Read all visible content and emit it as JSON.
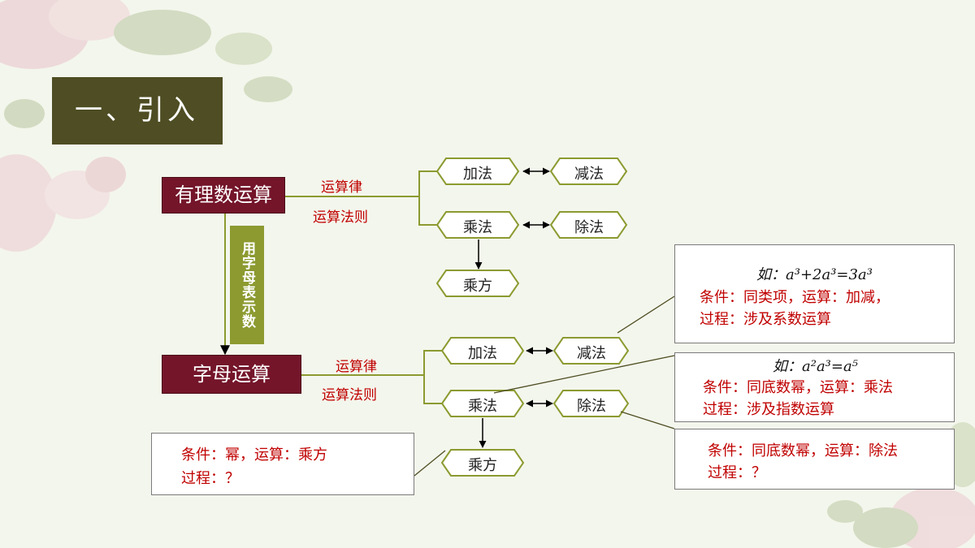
{
  "title": "一、引入",
  "rational": {
    "name": "有理数运算",
    "label_law": "运算律",
    "label_rule": "运算法则",
    "ops": {
      "add": "加法",
      "sub": "减法",
      "mul": "乘法",
      "div": "除法",
      "pow": "乘方"
    }
  },
  "bridge": "用字母表示数",
  "letter": {
    "name": "字母运算",
    "label_law": "运算律",
    "label_rule": "运算法则",
    "ops": {
      "add": "加法",
      "sub": "减法",
      "mul": "乘法",
      "div": "除法",
      "pow": "乘方"
    }
  },
  "box_add": {
    "example": "如：a³+2a³=3a³",
    "cond": "条件：同类项，运算：加减，",
    "proc": "过程：涉及系数运算"
  },
  "box_mul": {
    "example": "如：a²a³=a⁵",
    "cond": "条件：同底数幂，运算：乘法",
    "proc": "过程：涉及指数运算"
  },
  "box_div": {
    "cond": "条件：同底数幂，运算：除法",
    "proc": "过程：？"
  },
  "box_pow": {
    "cond": "条件：幂，运算：乘方",
    "proc": "过程：？"
  }
}
